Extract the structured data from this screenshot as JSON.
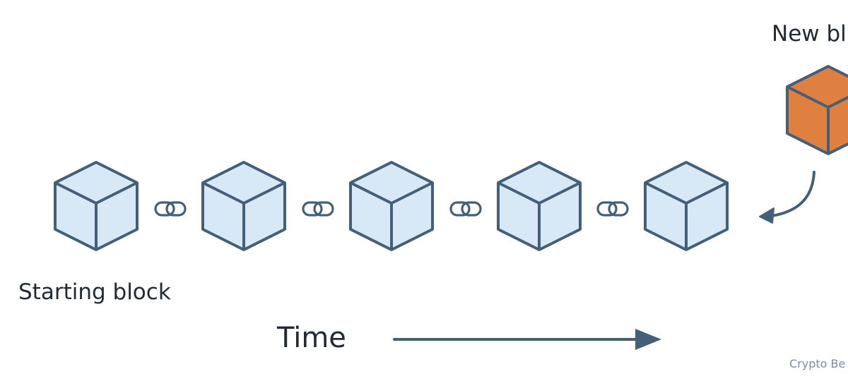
{
  "diagram": {
    "new_block_label": "New bl",
    "starting_block_label": "Starting block",
    "time_label": "Time",
    "watermark": "Crypto Be",
    "chain_block_count": 5,
    "colors": {
      "stroke": "#445f78",
      "chain_block_fill": "#d7e8f7",
      "new_block_fill": "#e08040",
      "text": "#222b33",
      "watermark": "#7a8da0"
    },
    "icons": {
      "block": "cube-icon",
      "link": "chain-link-icon",
      "insert_arrow": "curved-arrow-icon",
      "time_arrow": "arrow-right-icon"
    }
  }
}
